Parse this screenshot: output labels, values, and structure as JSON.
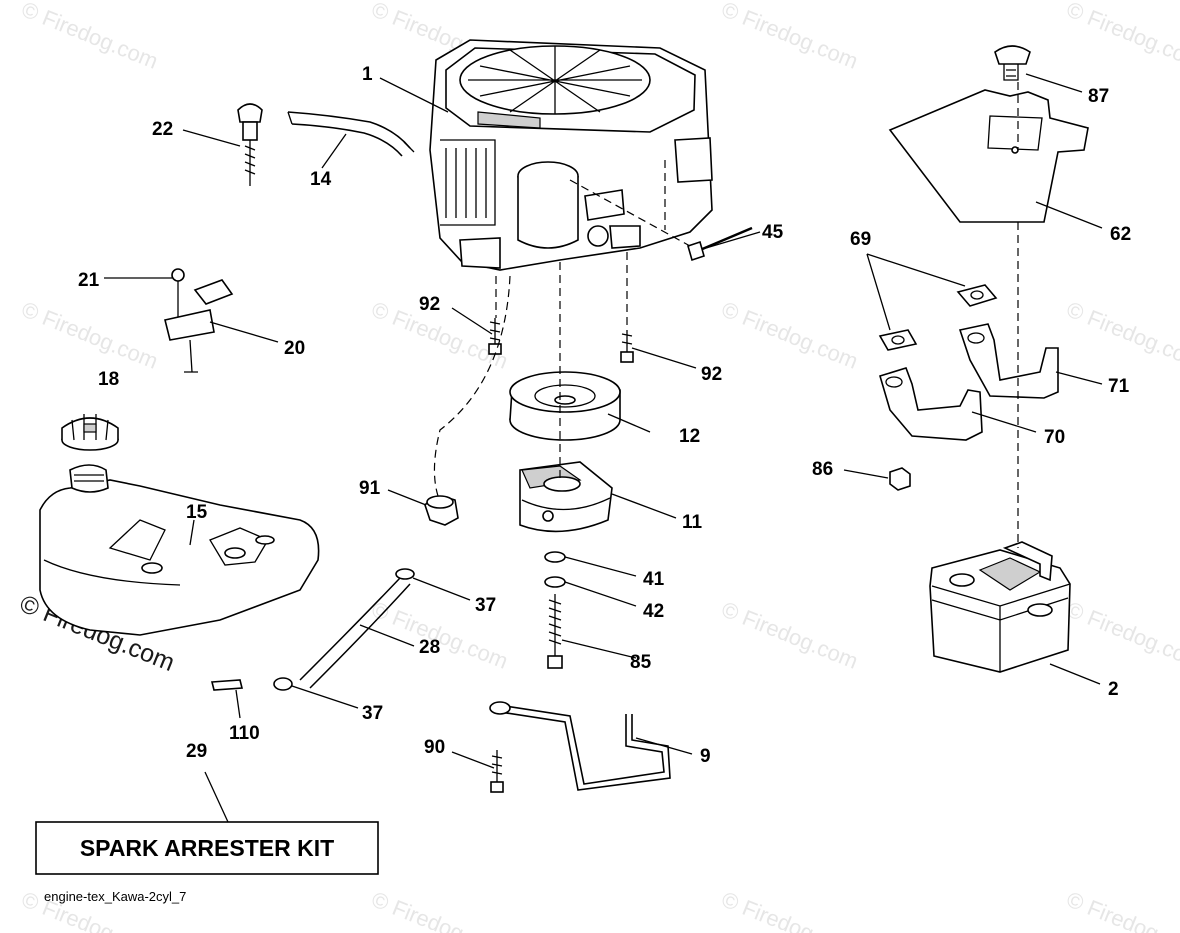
{
  "watermark": "© Firedog.com",
  "callouts": [
    {
      "label": "1"
    },
    {
      "label": "14"
    },
    {
      "label": "22"
    },
    {
      "label": "45"
    },
    {
      "label": "92"
    },
    {
      "label": "92"
    },
    {
      "label": "21"
    },
    {
      "label": "20"
    },
    {
      "label": "18"
    },
    {
      "label": "12"
    },
    {
      "label": "91"
    },
    {
      "label": "11"
    },
    {
      "label": "15"
    },
    {
      "label": "41"
    },
    {
      "label": "42"
    },
    {
      "label": "37"
    },
    {
      "label": "28"
    },
    {
      "label": "85"
    },
    {
      "label": "37"
    },
    {
      "label": "110"
    },
    {
      "label": "29"
    },
    {
      "label": "90"
    },
    {
      "label": "9"
    },
    {
      "label": "87"
    },
    {
      "label": "62"
    },
    {
      "label": "69"
    },
    {
      "label": "71"
    },
    {
      "label": "70"
    },
    {
      "label": "86"
    },
    {
      "label": "2"
    }
  ],
  "kit_label": "SPARK ARRESTER KIT",
  "caption": "engine-tex_Kawa-2cyl_7"
}
